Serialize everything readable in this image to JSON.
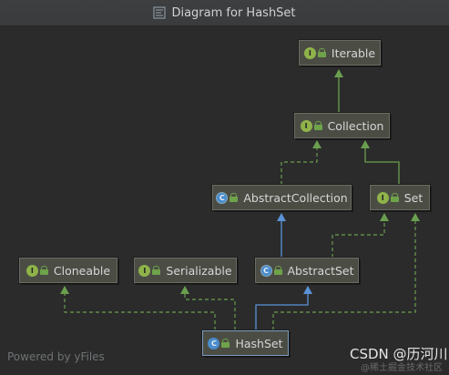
{
  "window": {
    "title": "Diagram for HashSet"
  },
  "nodes": [
    {
      "id": "iterable",
      "label": "Iterable",
      "kind": "interface",
      "badge": "I"
    },
    {
      "id": "collection",
      "label": "Collection",
      "kind": "interface",
      "badge": "I"
    },
    {
      "id": "abstractcollection",
      "label": "AbstractCollection",
      "kind": "abstract-class",
      "badge": "C"
    },
    {
      "id": "set",
      "label": "Set",
      "kind": "interface",
      "badge": "I"
    },
    {
      "id": "cloneable",
      "label": "Cloneable",
      "kind": "interface",
      "badge": "I"
    },
    {
      "id": "serializable",
      "label": "Serializable",
      "kind": "interface",
      "badge": "I"
    },
    {
      "id": "abstractset",
      "label": "AbstractSet",
      "kind": "abstract-class",
      "badge": "C"
    },
    {
      "id": "hashset",
      "label": "HashSet",
      "kind": "class",
      "badge": "C"
    }
  ],
  "edge_colors": {
    "implements": "#6a9f4e",
    "extends": "#5a93d8"
  },
  "footer": {
    "powered_by": "Powered by yFiles"
  },
  "watermark": {
    "main": "CSDN @历河川",
    "sub": "@稀土掘金技术社区"
  }
}
